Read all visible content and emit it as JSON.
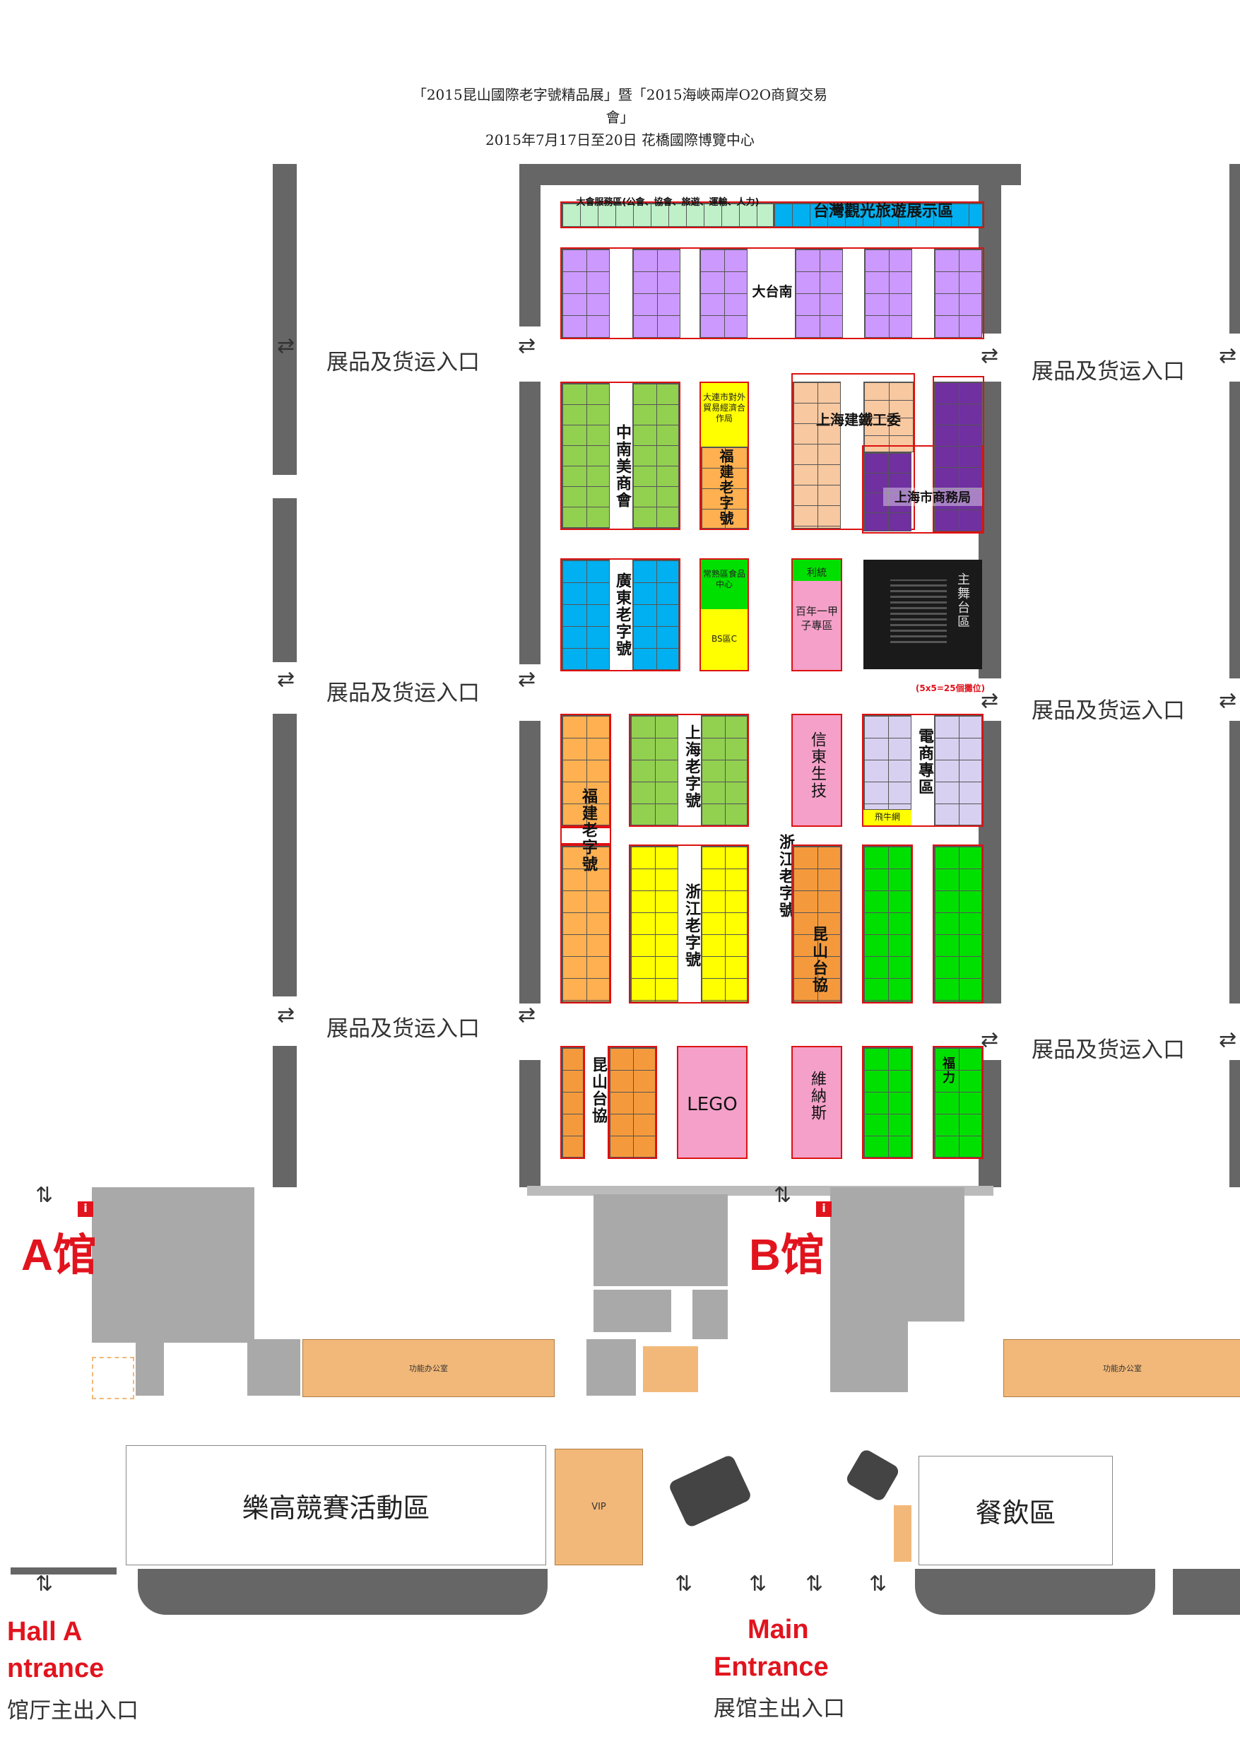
{
  "header": {
    "line1": "「2015昆山國際老字號精品展」暨「2015海峽兩岸O2O商貿交易",
    "line2": "會」",
    "line3": "2015年7月17日至20日  花橋國際博覽中心"
  },
  "zones": {
    "entry_label": "展品及货运入口",
    "taiwan_tourism": "台灣觀光旅遊展示區",
    "food_zone_small": "大會服務區(公會、協會、旅遊、運輸、人力)",
    "da_tainan": "大台南",
    "zhongnan": "中南美商會",
    "dalian": "大連市對外貿易經濟合作局",
    "fujian_old1": "福建老字號",
    "shanghai_jianxie": "上海建鐵工委",
    "shanghai_market": "上海市商務局",
    "guangdong": "廣東老字號",
    "changzhi": "常熟區食品中心",
    "li_tong": "利統",
    "bainian": "百年一甲子專區",
    "stage": "主舞台區",
    "stage_note": "(5x5=25個攤位)",
    "bs_c": "BS區C",
    "fujian_old2": "福建老字號",
    "shanghai_old": "上海老字號",
    "xindong": "信東生技",
    "dianshang": "電商專區",
    "feiniu": "飛牛網",
    "zhejiang_old1": "浙江老字號",
    "zhejiang_old2": "浙江老字號",
    "kunshan_taixie": "昆山台協",
    "kunshan_taixie2": "昆山台協",
    "lego": "LEGO",
    "weinasi": "維納斯",
    "fuli": "福力",
    "hall_a": "A馆",
    "hall_b": "B馆",
    "lego_activity": "樂高競賽活動區",
    "dining": "餐飲區",
    "vip": "VIP",
    "office1": "功能办公室",
    "office2": "功能办公室",
    "hall_a_entrance_en1": "Hall A",
    "hall_a_entrance_en2": "ntrance",
    "hall_a_entrance_cn": "馆厅主出入口",
    "main_entrance_en1": "Main",
    "main_entrance_en2": "Entrance",
    "main_entrance_cn": "展馆主出入口"
  },
  "colors": {
    "lightgreen": "#bff0c8",
    "cyan": "#00b0f0",
    "lavender": "#cc99ff",
    "olive": "#92d050",
    "orange": "#ffb050",
    "yellow": "#ffff00",
    "peach": "#f8c8a0",
    "purple": "#7030a0",
    "pink": "#f4a0c8",
    "green": "#00e000",
    "paleblue": "#d8d0f0",
    "darkorange": "#f59a3c",
    "red": "#e1141e"
  }
}
